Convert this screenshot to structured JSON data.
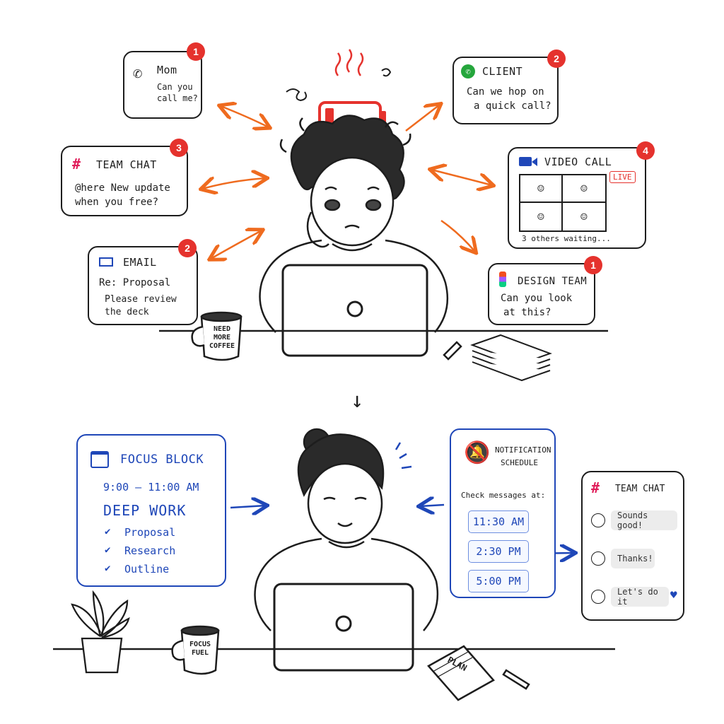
{
  "top": {
    "battery_icon": "battery-low-icon",
    "notifications": [
      {
        "id": "mom",
        "icon": "phone-icon",
        "title": "Mom",
        "lines": [
          "Can you",
          "call me?"
        ],
        "badge": "1"
      },
      {
        "id": "client",
        "icon": "whatsapp-icon",
        "title": "CLIENT",
        "lines": [
          "Can we hop on",
          "a quick call?"
        ],
        "badge": "2"
      },
      {
        "id": "teamchat",
        "icon": "slack-icon",
        "title": "TEAM CHAT",
        "lines": [
          "@here New update",
          "when you free?"
        ],
        "badge": "3"
      },
      {
        "id": "videocall",
        "icon": "video-camera-icon",
        "title": "VIDEO CALL",
        "live": "LIVE",
        "footer": "3 others waiting...",
        "badge": "4"
      },
      {
        "id": "email",
        "icon": "envelope-icon",
        "title": "EMAIL",
        "lines": [
          "Re: Proposal",
          "Please review",
          "the deck"
        ],
        "badge": "2"
      },
      {
        "id": "design",
        "icon": "figma-icon",
        "title": "DESIGN TEAM",
        "lines": [
          "Can you look",
          "at this?"
        ],
        "badge": "1"
      }
    ],
    "mug_lines": [
      "NEED",
      "MORE",
      "COFFEE"
    ]
  },
  "divider_arrow": "↓",
  "bottom": {
    "focus": {
      "icon": "calendar-icon",
      "title": "FOCUS BLOCK",
      "time": "9:00 – 11:00 AM",
      "heading": "DEEP WORK",
      "tasks": [
        "Proposal",
        "Research",
        "Outline"
      ]
    },
    "schedule": {
      "icon": "bell-off-icon",
      "title_lines": [
        "NOTIFICATION",
        "SCHEDULE"
      ],
      "label": "Check messages at:",
      "times": [
        "11:30 AM",
        "2:30 PM",
        "5:00 PM"
      ]
    },
    "chat": {
      "icon": "slack-icon",
      "title": "TEAM CHAT",
      "messages": [
        "Sounds good!",
        "Thanks!",
        "Let's do it"
      ]
    },
    "mug_lines": [
      "FOCUS",
      "FUEL"
    ],
    "notebook_label": "PLAN"
  },
  "colors": {
    "red": "#e5322d",
    "orange": "#ef6b1f",
    "blue": "#1f47b8",
    "ink": "#1d1d1d"
  }
}
